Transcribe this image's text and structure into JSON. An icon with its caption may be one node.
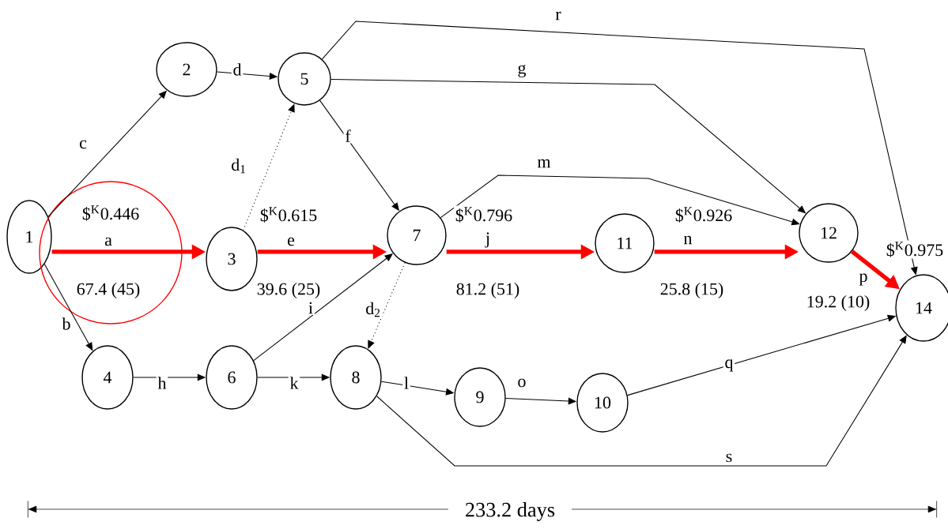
{
  "diagram": {
    "nodes": [
      {
        "text": [
          "1"
        ]
      },
      {
        "text": [
          "2"
        ]
      },
      {
        "text": [
          "3"
        ]
      },
      {
        "text": [
          "4"
        ]
      },
      {
        "text": [
          "5"
        ]
      },
      {
        "text": [
          "6"
        ]
      },
      {
        "text": [
          "7"
        ]
      },
      {
        "text": [
          "8"
        ]
      },
      {
        "text": [
          "9"
        ]
      },
      {
        "text": [
          "10"
        ]
      },
      {
        "text": [
          "11"
        ]
      },
      {
        "text": [
          "12"
        ]
      },
      {
        "text": [
          "14"
        ]
      }
    ],
    "edges": [
      {
        "from": 0,
        "to": 2,
        "arrow": "to",
        "label": "a",
        "style": "thick",
        "color": "#ff0000"
      },
      {
        "from": 0,
        "to": 3,
        "arrow": "to",
        "label": "b"
      },
      {
        "from": 0,
        "to": 1,
        "arrow": "to",
        "label": "c"
      },
      {
        "from": 1,
        "to": 4,
        "arrow": "to",
        "label": "d"
      },
      {
        "from": 2,
        "to": 4,
        "arrow": "to",
        "label": "d$_{1}$",
        "style": "dashed"
      },
      {
        "from": 6,
        "to": 7,
        "arrow": "to",
        "label": "d$_{2}$",
        "style": "dashed"
      },
      {
        "from": 2,
        "to": 6,
        "arrow": "to",
        "label": "e",
        "style": "thick",
        "color": "#ff0000"
      },
      {
        "from": 4,
        "to": 6,
        "arrow": "to",
        "label": "f"
      },
      {
        "from": 4,
        "to": 11,
        "arrow": "to",
        "label": "g"
      },
      {
        "from": 3,
        "to": 5,
        "arrow": "to",
        "label": "h"
      },
      {
        "from": 5,
        "to": 6,
        "arrow": "to",
        "label": "i"
      },
      {
        "from": 6,
        "to": 10,
        "arrow": "to",
        "label": "j",
        "style": "thick",
        "color": "#ff0000"
      },
      {
        "from": 5,
        "to": 7,
        "arrow": "to",
        "label": "k"
      },
      {
        "from": 7,
        "to": 8,
        "arrow": "to",
        "label": "l"
      },
      {
        "from": 6,
        "to": 11,
        "arrow": "to",
        "label": "m"
      },
      {
        "from": 10,
        "to": 11,
        "arrow": "to",
        "label": "n",
        "style": "thick",
        "color": "#ff0000"
      },
      {
        "from": 8,
        "to": 9,
        "arrow": "to",
        "label": "o"
      },
      {
        "from": 11,
        "to": 12,
        "arrow": "to",
        "label": "p",
        "style": "thick",
        "color": "#ff0000"
      },
      {
        "from": 9,
        "to": 12,
        "arrow": "to",
        "label": "q"
      },
      {
        "from": 4,
        "to": 12,
        "arrow": "to",
        "label": "r"
      },
      {
        "from": 7,
        "to": 12,
        "arrow": "to",
        "label": "s"
      }
    ],
    "labels": [
      "$$^{K}$0.446",
      "$$^{K}$0.615",
      "$$^{K}$0.796",
      "$$^{K}$0.926",
      "$$^{K}$0.975",
      "67.4 (45)",
      "39.6 (25)",
      "81.2 (51)",
      "25.8 (15)",
      "19.2 (10)",
      "233.2 days"
    ]
  }
}
